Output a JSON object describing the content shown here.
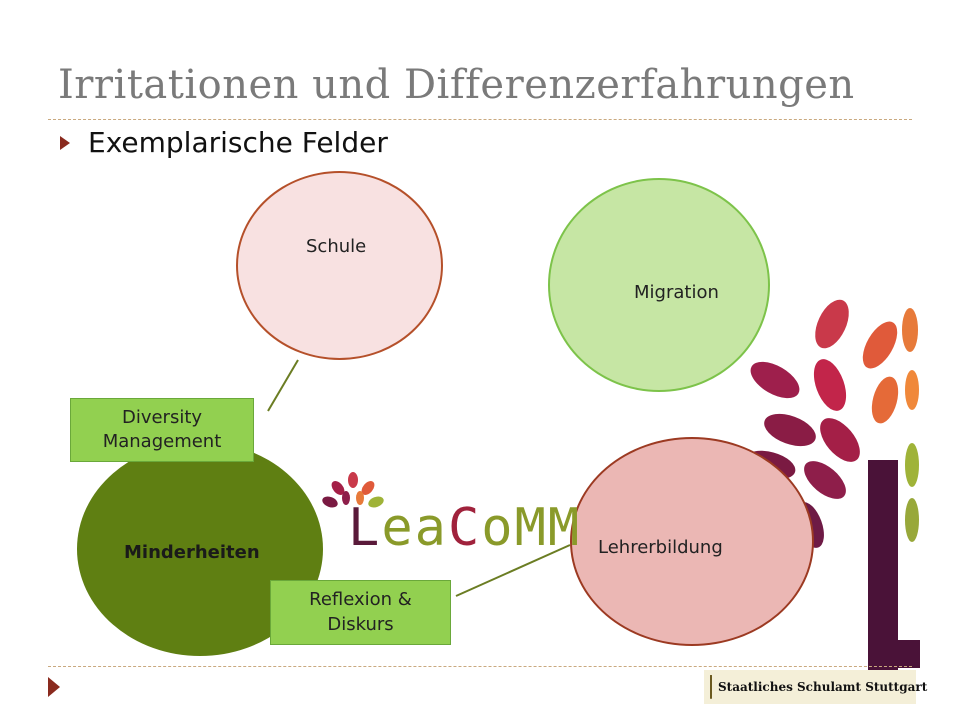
{
  "slide": {
    "title": "Irritationen und Differenzerfahrungen",
    "bullet": "Exemplarische Felder"
  },
  "diagram": {
    "nodes": {
      "schule": "Schule",
      "migration": "Migration",
      "lehrerbildung": "Lehrerbildung",
      "minderheiten": "Minderheiten"
    },
    "callouts": {
      "diversity_line1": "Diversity",
      "diversity_line2": "Management",
      "reflexion_line1": "Reflexion &",
      "reflexion_line2": "Diskurs"
    }
  },
  "logo": {
    "letters": [
      "L",
      "e",
      "a",
      "C",
      "o",
      "M",
      "M"
    ],
    "colors": [
      "#5a1a3a",
      "#8a9a2a",
      "#8a9a2a",
      "#a0223c",
      "#8a9a2a",
      "#8a9a2a",
      "#8a9a2a"
    ]
  },
  "footer": {
    "institution": "Staatliches Schulamt Stuttgart"
  },
  "colors": {
    "schule_fill": "#f8e1e1",
    "schule_border": "#b5502a",
    "migration_fill": "#c6e6a4",
    "migration_border": "#7dc34a",
    "lehrer_fill": "#ebb7b4",
    "lehrer_border": "#9c3a22",
    "minder_fill": "#5f7f12",
    "callout_fill": "#92d050",
    "connector": "#6b7d23"
  }
}
